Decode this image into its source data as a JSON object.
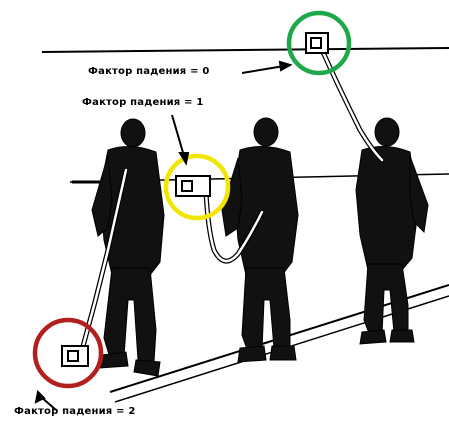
{
  "labels": {
    "fall_factor_0": "Фактор падения = 0",
    "fall_factor_1": "Фактор падения = 1",
    "fall_factor_2": "Фактор падения = 2"
  },
  "colors": {
    "circle_factor_0": "#1ea84a",
    "circle_factor_1": "#f2e600",
    "circle_factor_2": "#b21f1f"
  }
}
